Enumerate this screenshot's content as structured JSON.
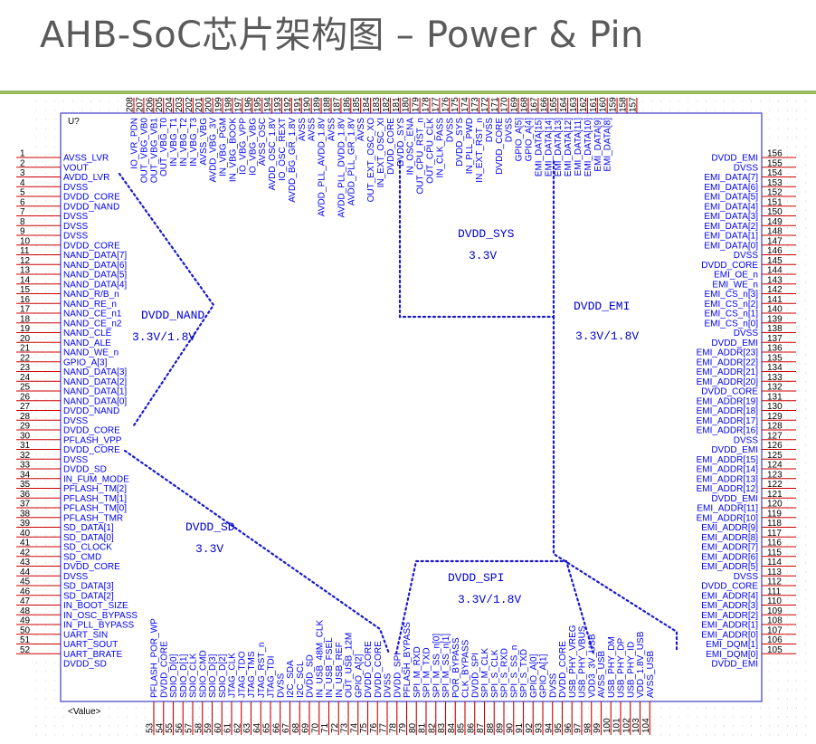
{
  "title": "AHB-SoC芯片架构图 – Power & Pin",
  "designator": "U?",
  "value_label": "<Value>",
  "left_pins": [
    [
      "1",
      "AVSS_LVR"
    ],
    [
      "2",
      "VOUT"
    ],
    [
      "3",
      "AVDD_LVR"
    ],
    [
      "4",
      "DVSS"
    ],
    [
      "5",
      "DVDD_CORE"
    ],
    [
      "6",
      "DVDD_NAND"
    ],
    [
      "7",
      "DVSS"
    ],
    [
      "8",
      "DVSS"
    ],
    [
      "9",
      "DVSS"
    ],
    [
      "10",
      "DVDD_CORE"
    ],
    [
      "11",
      "NAND_DATA[7]"
    ],
    [
      "12",
      "NAND_DATA[6]"
    ],
    [
      "13",
      "NAND_DATA[5]"
    ],
    [
      "14",
      "NAND_DATA[4]"
    ],
    [
      "15",
      "NAND_R/B_n"
    ],
    [
      "16",
      "NAND_RE_n"
    ],
    [
      "17",
      "NAND_CE_n1"
    ],
    [
      "18",
      "NAND_CE_n2"
    ],
    [
      "19",
      "NAND_CLE"
    ],
    [
      "20",
      "NAND_ALE"
    ],
    [
      "21",
      "NAND_WE_n"
    ],
    [
      "22",
      "GPIO_A[3]"
    ],
    [
      "23",
      "NAND_DATA[3]"
    ],
    [
      "24",
      "NAND_DATA[2]"
    ],
    [
      "25",
      "NAND_DATA[1]"
    ],
    [
      "26",
      "NAND_DATA[0]"
    ],
    [
      "27",
      "DVDD_NAND"
    ],
    [
      "28",
      "DVSS"
    ],
    [
      "29",
      "DVDD_CORE"
    ],
    [
      "30",
      "PFLASH_VPP"
    ],
    [
      "31",
      "DVDD_CORE"
    ],
    [
      "32",
      "DVSS"
    ],
    [
      "33",
      "DVDD_SD"
    ],
    [
      "34",
      "IN_FUM_MODE"
    ],
    [
      "35",
      "PFLASH_TM[2]"
    ],
    [
      "36",
      "PFLASH_TM[1]"
    ],
    [
      "37",
      "PFLASH_TM[0]"
    ],
    [
      "38",
      "PFLASH_TMR"
    ],
    [
      "39",
      "SD_DATA[1]"
    ],
    [
      "40",
      "SD_DATA[0]"
    ],
    [
      "41",
      "SD_CLOCK"
    ],
    [
      "42",
      "SD_CMD"
    ],
    [
      "43",
      "DVDD_CORE"
    ],
    [
      "44",
      "DVSS"
    ],
    [
      "45",
      "SD_DATA[3]"
    ],
    [
      "46",
      "SD_DATA[2]"
    ],
    [
      "47",
      "IN_BOOT_SIZE"
    ],
    [
      "48",
      "IN_OSC_BYPASS"
    ],
    [
      "49",
      "IN_PLL_BYPASS"
    ],
    [
      "50",
      "UART_SIN"
    ],
    [
      "51",
      "UART_SOUT"
    ],
    [
      "52",
      "UART_BRATE"
    ],
    [
      "",
      "DVDD_SD"
    ]
  ],
  "right_pins": [
    [
      "156",
      "DVDD_EMI"
    ],
    [
      "155",
      "DVSS"
    ],
    [
      "154",
      "EMI_DATA[7]"
    ],
    [
      "153",
      "EMI_DATA[6]"
    ],
    [
      "152",
      "EMI_DATA[5]"
    ],
    [
      "151",
      "EMI_DATA[4]"
    ],
    [
      "150",
      "EMI_DATA[3]"
    ],
    [
      "149",
      "EMI_DATA[2]"
    ],
    [
      "148",
      "EMI_DATA[1]"
    ],
    [
      "147",
      "EMI_DATA[0]"
    ],
    [
      "146",
      "DVSS"
    ],
    [
      "145",
      "DVDD_CORE"
    ],
    [
      "144",
      "EMI_OE_n"
    ],
    [
      "143",
      "EMI_WE_n"
    ],
    [
      "142",
      "EMI_CS_n[3]"
    ],
    [
      "141",
      "EMI_CS_n[2]"
    ],
    [
      "140",
      "EMI_CS_n[1]"
    ],
    [
      "139",
      "EMI_CS_n[0]"
    ],
    [
      "138",
      "DVSS"
    ],
    [
      "137",
      "DVDD_EMI"
    ],
    [
      "136",
      "EMI_ADDR[23]"
    ],
    [
      "135",
      "EMI_ADDR[22]"
    ],
    [
      "134",
      "EMI_ADDR[21]"
    ],
    [
      "133",
      "EMI_ADDR[20]"
    ],
    [
      "132",
      "DVDD_CORE"
    ],
    [
      "131",
      "EMI_ADDR[19]"
    ],
    [
      "130",
      "EMI_ADDR[18]"
    ],
    [
      "129",
      "EMI_ADDR[17]"
    ],
    [
      "128",
      "EMI_ADDR[16]"
    ],
    [
      "127",
      "DVSS"
    ],
    [
      "126",
      "DVDD_EMI"
    ],
    [
      "125",
      "EMI_ADDR[15]"
    ],
    [
      "124",
      "EMI_ADDR[14]"
    ],
    [
      "123",
      "EMI_ADDR[13]"
    ],
    [
      "122",
      "EMI_ADDR[12]"
    ],
    [
      "121",
      "DVDD_EMI"
    ],
    [
      "120",
      "EMI_ADDR[11]"
    ],
    [
      "119",
      "EMI_ADDR[10]"
    ],
    [
      "118",
      "EMI_ADDR[9]"
    ],
    [
      "117",
      "EMI_ADDR[8]"
    ],
    [
      "116",
      "EMI_ADDR[7]"
    ],
    [
      "115",
      "EMI_ADDR[6]"
    ],
    [
      "114",
      "EMI_ADDR[5]"
    ],
    [
      "113",
      "DVSS"
    ],
    [
      "112",
      "DVDD_CORE"
    ],
    [
      "111",
      "EMI_ADDR[4]"
    ],
    [
      "110",
      "EMI_ADDR[3]"
    ],
    [
      "109",
      "EMI_ADDR[2]"
    ],
    [
      "108",
      "EMI_ADDR[1]"
    ],
    [
      "107",
      "EMI_ADDR[0]"
    ],
    [
      "106",
      "EMI_DQM[1]"
    ],
    [
      "105",
      "EMI_DQM[0]"
    ],
    [
      "",
      "DVDD_EMI"
    ]
  ],
  "top_pins": [
    [
      "208",
      "IO_VR_PDN"
    ],
    [
      "207",
      "OUT_VBG_VB0"
    ],
    [
      "206",
      "OUT_VBG_VB1"
    ],
    [
      "205",
      "OUT_VBG_T0"
    ],
    [
      "204",
      "IN_VBG_T1"
    ],
    [
      "203",
      "IN_VBG_T2"
    ],
    [
      "202",
      "IN_VBG_T3"
    ],
    [
      "201",
      "AVSS_VBG"
    ],
    [
      "200",
      "AVDD_VBG_3V"
    ],
    [
      "199",
      "IN_VBG_PGM"
    ],
    [
      "198",
      "IN_VBG_BOOK"
    ],
    [
      "197",
      "IO_VBG_VPP"
    ],
    [
      "196",
      "IO_VBG_VBG"
    ],
    [
      "195",
      "AVSS_OSC"
    ],
    [
      "194",
      "AVDD_OSC_1.8V"
    ],
    [
      "193",
      "IO_OSC_REXT"
    ],
    [
      "192",
      "AVDD_BG_GR_1.8V"
    ],
    [
      "191",
      "AVSS"
    ],
    [
      "190",
      "AVSS"
    ],
    [
      "189",
      "AVDD_PLL_AVDD_1.8V"
    ],
    [
      "188",
      "AVSS"
    ],
    [
      "187",
      "AVDD_PLL_DVDD_1.8V"
    ],
    [
      "186",
      "AVDD_PLL_GR_1.8V"
    ],
    [
      "185",
      "AVSS"
    ],
    [
      "184",
      "OUT_EXT_OSC_XO"
    ],
    [
      "183",
      "IN_EXT_OSC_XI"
    ],
    [
      "182",
      "DVDD_CORE"
    ],
    [
      "181",
      "DVDD_SYS"
    ],
    [
      "180",
      "IN_OSC_ENA"
    ],
    [
      "179",
      "OUT_CPU_RST_n"
    ],
    [
      "178",
      "OUT_CPU_CLK"
    ],
    [
      "177",
      "IN_CLK_PASS"
    ],
    [
      "176",
      "DVSS"
    ],
    [
      "175",
      "DVDD_SYS"
    ],
    [
      "174",
      "IN_PLL_PWD"
    ],
    [
      "173",
      "IN_EXT_RST_n"
    ],
    [
      "172",
      "DVSS"
    ],
    [
      "171",
      "DVDD_CORE"
    ],
    [
      "170",
      "DVSS"
    ],
    [
      "169",
      "GPIO_A[5]"
    ],
    [
      "168",
      "GPIO_A[4]"
    ],
    [
      "167",
      "EMI_DATA[15]"
    ],
    [
      "166",
      "EMI_DATA[14]"
    ],
    [
      "165",
      "EMI_DATA[13]"
    ],
    [
      "164",
      "EMI_DATA[12]"
    ],
    [
      "163",
      "EMI_DATA[11]"
    ],
    [
      "162",
      "EMI_DATA[10]"
    ],
    [
      "161",
      "EMI_DATA[9]"
    ],
    [
      "160",
      "EMI_DATA[8]"
    ],
    [
      "159",
      ""
    ],
    [
      "158",
      ""
    ],
    [
      "157",
      ""
    ]
  ],
  "bottom_pins": [
    [
      "53",
      "PFLASH_POR_WP"
    ],
    [
      "54",
      "DVDD_CORE"
    ],
    [
      "55",
      "SDIO_D[0]"
    ],
    [
      "56",
      "SDIO_D[1]"
    ],
    [
      "57",
      "SDIO_CLK"
    ],
    [
      "58",
      "SDIO_CMD"
    ],
    [
      "59",
      "SDIO_D[3]"
    ],
    [
      "60",
      "SDIO_D[2]"
    ],
    [
      "61",
      "JTAG_CLK"
    ],
    [
      "62",
      "JTAG_TDO"
    ],
    [
      "63",
      "JTAG_TMS"
    ],
    [
      "64",
      "JTAG_RST_n"
    ],
    [
      "65",
      "JTAG_TDI"
    ],
    [
      "66",
      "DVSS"
    ],
    [
      "67",
      "I2C_SDA"
    ],
    [
      "68",
      "I2C_SCL"
    ],
    [
      "69",
      "DVDD_SD"
    ],
    [
      "70",
      "IN_USB_48M_CLK"
    ],
    [
      "71",
      "IN_USB_FSEL"
    ],
    [
      "72",
      "IN_USB_REF"
    ],
    [
      "73",
      "OUT_USB_12M"
    ],
    [
      "74",
      "GPIO_A[2]"
    ],
    [
      "75",
      "DVDD_CORE"
    ],
    [
      "76",
      "DVDD_CORE"
    ],
    [
      "77",
      "DVSS"
    ],
    [
      "78",
      "DVDD_SPI"
    ],
    [
      "79",
      "PFLASH_BYPASS"
    ],
    [
      "80",
      "SPI_M_RXD"
    ],
    [
      "81",
      "SPI_M_TXD"
    ],
    [
      "82",
      "SPI_M_SS_n[0]"
    ],
    [
      "83",
      "SPI_M_SS_n[1]"
    ],
    [
      "84",
      "POR_BYPASS"
    ],
    [
      "85",
      "CLK_BYPASS"
    ],
    [
      "86",
      "DVDD_SPI"
    ],
    [
      "87",
      "SPI_M_CLK"
    ],
    [
      "88",
      "SPI_S_CLK"
    ],
    [
      "89",
      "SPI_S_RXD"
    ],
    [
      "90",
      "SPI_S_SS_n"
    ],
    [
      "91",
      "SPI_S_TXD"
    ],
    [
      "92",
      "GPIO_A[0]"
    ],
    [
      "93",
      "GPIO_A[1]"
    ],
    [
      "94",
      "DVSS"
    ],
    [
      "95",
      "DVDD_CORE"
    ],
    [
      "96",
      "USB_PHY_VREG"
    ],
    [
      "97",
      "USB_PHY_VBUS"
    ],
    [
      "98",
      "VDD3_3V_USB"
    ],
    [
      "99",
      "AVSS_USB"
    ],
    [
      "100",
      "USB_PHY_DM"
    ],
    [
      "101",
      "USB_PHY_DP"
    ],
    [
      "102",
      "USB_PHY_ID"
    ],
    [
      "103",
      "VDD_1.8V_USB"
    ],
    [
      "104",
      "AVSS_USB"
    ]
  ],
  "regions": [
    {
      "name": "DVDD_NAND",
      "voltage": "3.3V/1.8V"
    },
    {
      "name": "DVDD_SYS",
      "voltage": "3.3V"
    },
    {
      "name": "DVDD_EMI",
      "voltage": "3.3V/1.8V"
    },
    {
      "name": "DVDD_SD",
      "voltage": "3.3V"
    },
    {
      "name": "DVDD_SPI",
      "voltage": "3.3V/1.8V"
    }
  ],
  "colors": {
    "title": "#5a5a5a",
    "rule": "#9dbb61",
    "pin_line": "#cc0000",
    "pin_text": "#0000ee",
    "body_line": "#3c3cc8",
    "region": "#0000cc"
  }
}
